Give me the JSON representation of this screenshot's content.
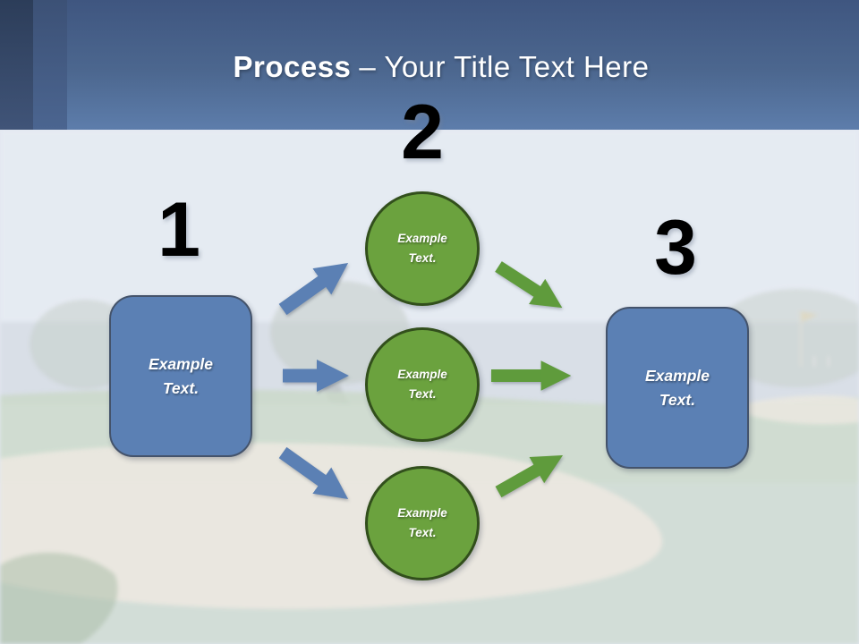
{
  "title": {
    "bold": "Process",
    "regular": "– Your Title Text Here"
  },
  "diagram": {
    "step_numbers": [
      "1",
      "2",
      "3"
    ],
    "start_box": {
      "label": "Example Text."
    },
    "end_box": {
      "label": "Example Text."
    },
    "circles": [
      {
        "label": "Example Text."
      },
      {
        "label": "Example Text."
      },
      {
        "label": "Example Text."
      }
    ]
  },
  "colors": {
    "canvas_bg": "#e3e8f1",
    "header_gradient_top": "#3f5680",
    "header_gradient_bottom": "#5d7dab",
    "box_fill": "#5b80b4",
    "box_border": "#44536b",
    "circle_fill": "#6ba23e",
    "circle_border": "#324f1c",
    "blue_arrow": "#5b80b4",
    "green_arrow": "#5f9b3c",
    "number_color": "#000000"
  }
}
